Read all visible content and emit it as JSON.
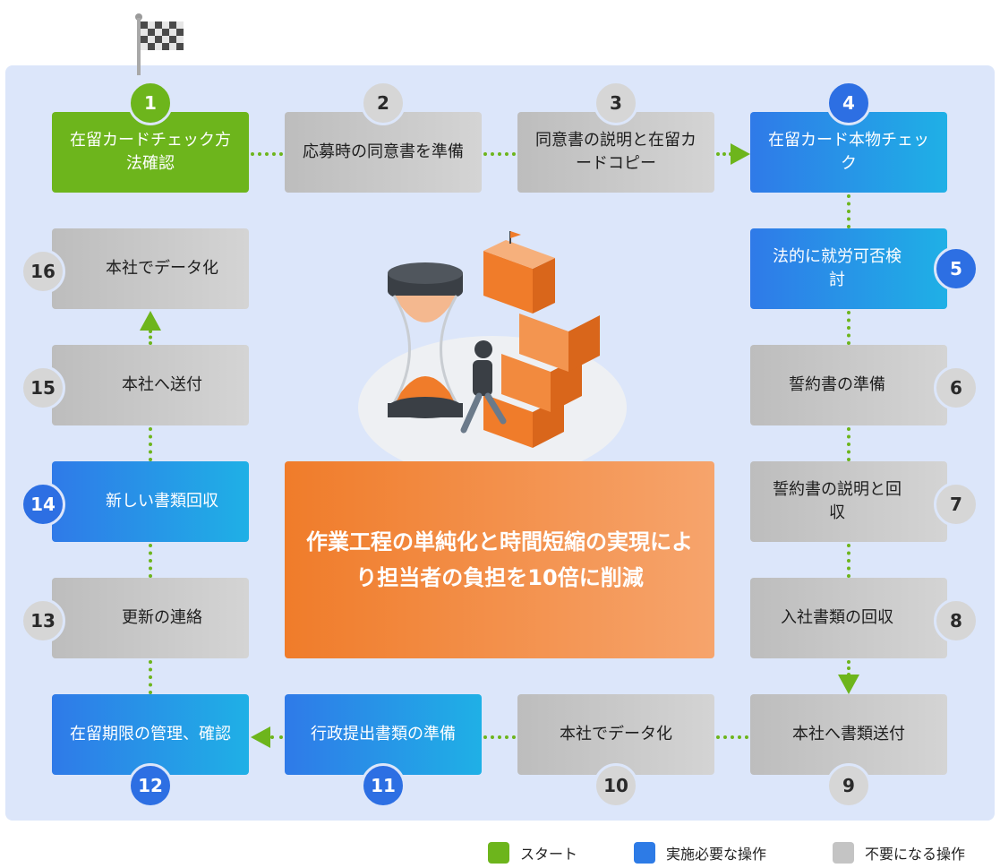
{
  "steps": {
    "s1": {
      "num": "1",
      "label": "在留カードチェック方法確認"
    },
    "s2": {
      "num": "2",
      "label": "応募時の同意書を準備"
    },
    "s3": {
      "num": "3",
      "label": "同意書の説明と在留カードコピー"
    },
    "s4": {
      "num": "4",
      "label": "在留カード本物チェック"
    },
    "s5": {
      "num": "5",
      "label": "法的に就労可否検討"
    },
    "s6": {
      "num": "6",
      "label": "誓約書の準備"
    },
    "s7": {
      "num": "7",
      "label": "誓約書の説明と回収"
    },
    "s8": {
      "num": "8",
      "label": "入社書類の回収"
    },
    "s9": {
      "num": "9",
      "label": "本社へ書類送付"
    },
    "s10": {
      "num": "10",
      "label": "本社でデータ化"
    },
    "s11": {
      "num": "11",
      "label": "行政提出書類の準備"
    },
    "s12": {
      "num": "12",
      "label": "在留期限の管理、確認"
    },
    "s13": {
      "num": "13",
      "label": "更新の連絡"
    },
    "s14": {
      "num": "14",
      "label": "新しい書類回収"
    },
    "s15": {
      "num": "15",
      "label": "本社へ送付"
    },
    "s16": {
      "num": "16",
      "label": "本社でデータ化"
    }
  },
  "center_text": "作業工程の単純化と時間短縮の実現により担当者の負担を10倍に削減",
  "legend": [
    {
      "label": "スタート",
      "color": "#6db51c"
    },
    {
      "label": "実施必要な操作",
      "color": "#2d7be6"
    },
    {
      "label": "不要になる操作",
      "color": "#c4c4c4"
    }
  ],
  "colors": {
    "start": "#6db51c",
    "required": "#2d7be6",
    "unneeded": "#c4c4c4",
    "highlight": "#f07c2a",
    "panel": "#dce6fa"
  }
}
